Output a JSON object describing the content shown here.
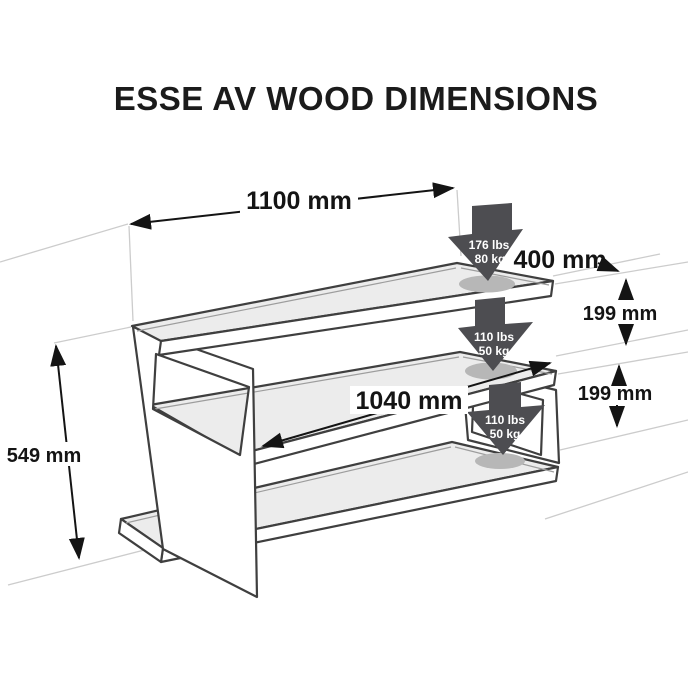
{
  "title": "ESSE AV WOOD DIMENSIONS",
  "dimensions": {
    "top_width": "1100 mm",
    "depth": "400 mm",
    "upper_gap": "199 mm",
    "lower_gap": "199 mm",
    "middle_width": "1040 mm",
    "total_height": "549 mm"
  },
  "loads": {
    "top_shelf": {
      "lbs": "176 lbs",
      "kg": "80 kg"
    },
    "middle_shelf": {
      "lbs": "110 lbs",
      "kg": "50 kg"
    },
    "bottom_shelf": {
      "lbs": "110 lbs",
      "kg": "50 kg"
    }
  },
  "colors": {
    "outline": "#3f3f3f",
    "shelf_top_fill": "#ececec",
    "panel_fill": "#ffffff",
    "load_arrow_fill": "#4d4d51",
    "pad_fill": "#b7b7b7",
    "dimension_color": "#141414",
    "faint_line": "#cccccc",
    "background": "#ffffff"
  }
}
